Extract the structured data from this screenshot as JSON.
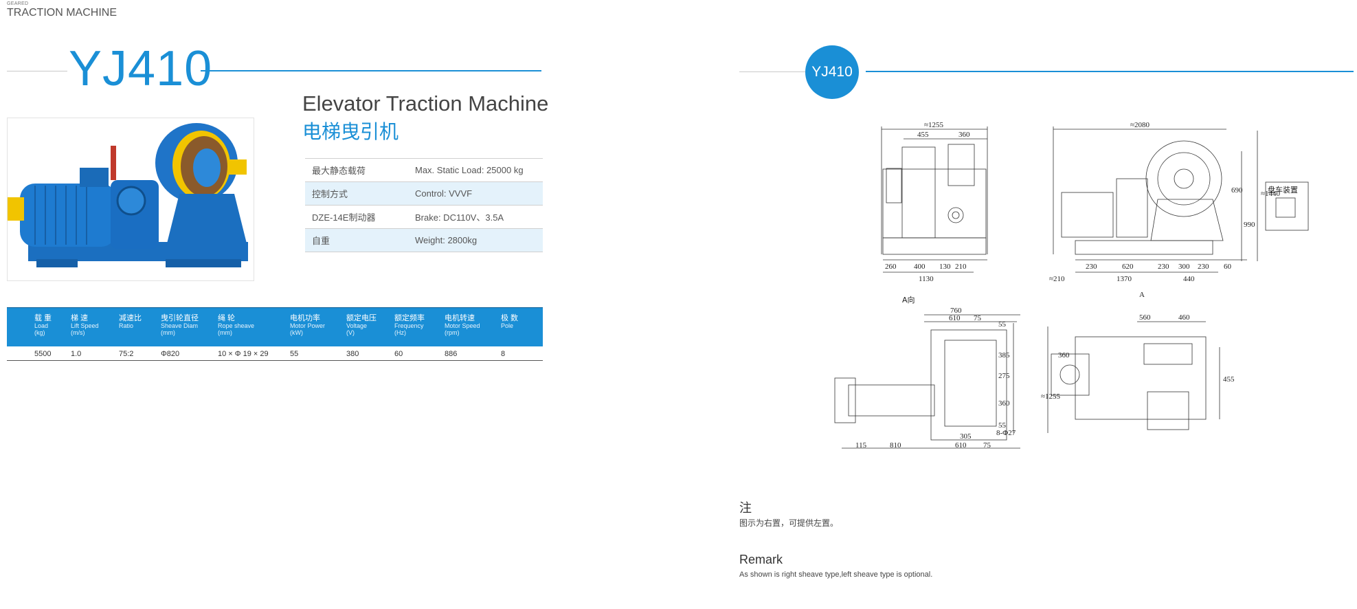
{
  "header": {
    "small": "GEARED",
    "big": "TRACTION MACHINE"
  },
  "model": "YJ410",
  "title": {
    "en": "Elevator Traction Machine",
    "cn": "电梯曳引机"
  },
  "specs": [
    {
      "cn": "最大静态载荷",
      "en": "Max. Static Load: 25000 kg"
    },
    {
      "cn": "控制方式",
      "en": "Control:   VVVF"
    },
    {
      "cn": "DZE-14E制动器",
      "en": "Brake:      DC110V、3.5A"
    },
    {
      "cn": "自重",
      "en": "Weight:    2800kg"
    }
  ],
  "param_headers": [
    {
      "cn": "载 重",
      "en": "Load",
      "unit": "(kg)"
    },
    {
      "cn": "梯 速",
      "en": "Lift Speed",
      "unit": "(m/s)"
    },
    {
      "cn": "减速比",
      "en": "Ratio",
      "unit": ""
    },
    {
      "cn": "曳引轮直径",
      "en": "Sheave Diam",
      "unit": "(mm)"
    },
    {
      "cn": "绳 轮",
      "en": "Rope sheave",
      "unit": "(mm)"
    },
    {
      "cn": "电机功率",
      "en": "Motor Power",
      "unit": "(kW)"
    },
    {
      "cn": "额定电压",
      "en": "Voltage",
      "unit": "(V)"
    },
    {
      "cn": "额定频率",
      "en": "Frequency",
      "unit": "(Hz)"
    },
    {
      "cn": "电机转速",
      "en": "Motor Speed",
      "unit": "(rpm)"
    },
    {
      "cn": "极 数",
      "en": "Pole",
      "unit": ""
    }
  ],
  "param_values": [
    "5500",
    "1.0",
    "75:2",
    "Φ820",
    "10 × Φ 19 × 29",
    "55",
    "380",
    "60",
    "886",
    "8"
  ],
  "drawing_dims": {
    "front": [
      "≈1255",
      "455",
      "360",
      "260",
      "400",
      "130",
      "210",
      "1130"
    ],
    "side": [
      "≈2080",
      "≈1440",
      "690",
      "990",
      "≈210",
      "230",
      "620",
      "230",
      "300",
      "230",
      "60",
      "1370",
      "440"
    ],
    "view_a_label": "A向",
    "arrow_a": "A",
    "top": [
      "760",
      "610",
      "75",
      "55",
      "385",
      "275",
      "360",
      "55",
      "8-Φ27",
      "305",
      "115",
      "810",
      "610",
      "75"
    ],
    "plan": [
      "560",
      "460",
      "≈1255",
      "360",
      "455"
    ],
    "inset_label": "盘车装置"
  },
  "notes": {
    "note_title": "注",
    "note_body": "图示为右置，可提供左置。",
    "remark_title": "Remark",
    "remark_body": "As shown is right sheave type,left sheave type is optional."
  },
  "colors": {
    "brand_blue": "#1a8fd6",
    "row_tint": "#e4f2fb"
  }
}
